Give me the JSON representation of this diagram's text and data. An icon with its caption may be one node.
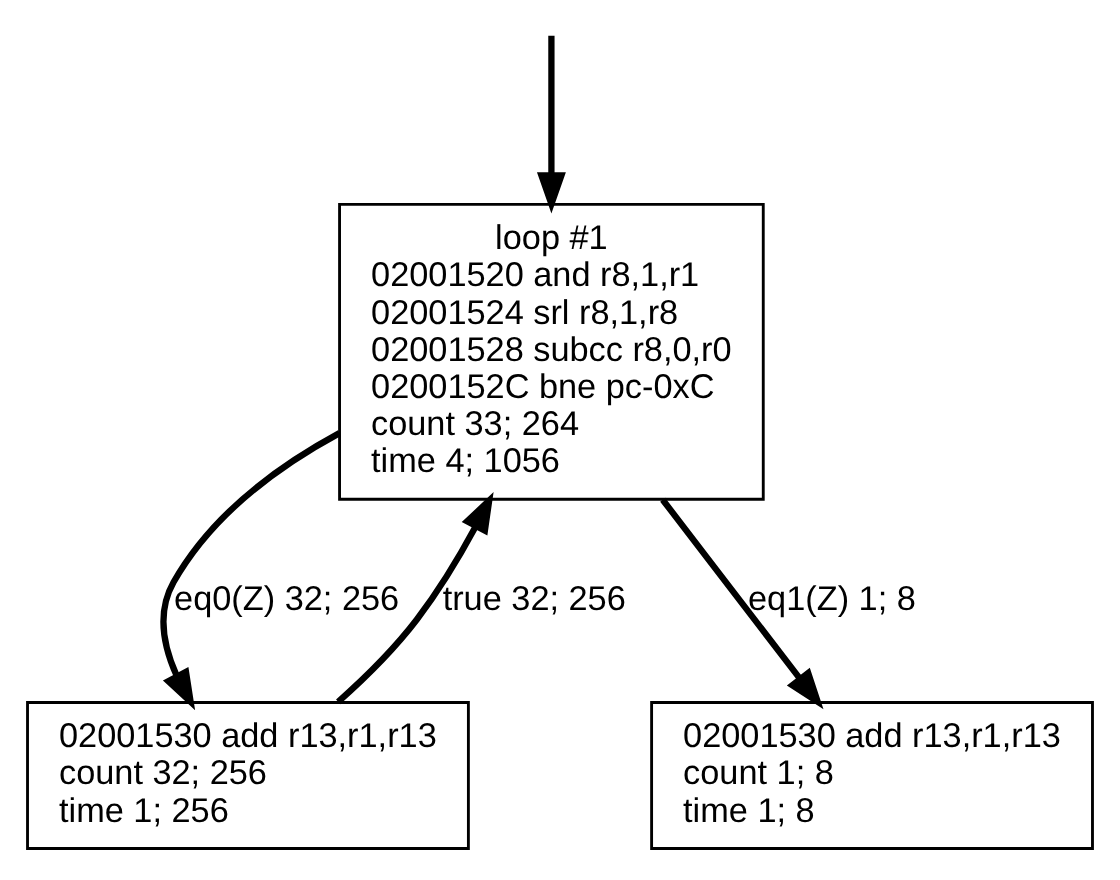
{
  "diagram": {
    "nodes": [
      {
        "text": [
          "loop #1",
          "02001520 and r8,1,r1",
          "02001524 srl r8,1,r8",
          "02001528 subcc r8,0,r0",
          "0200152C bne pc-0xC",
          "count 33; 264",
          "time 4; 1056"
        ]
      },
      {
        "text": [
          "02001530 add r13,r1,r13",
          "count 32; 256",
          "time 1; 256"
        ]
      },
      {
        "text": [
          "02001530 add r13,r1,r13",
          "count 1; 8",
          "time 1; 8"
        ]
      }
    ],
    "edges": [
      {
        "from": null,
        "to": 0,
        "arrow": "to"
      },
      {
        "from": 0,
        "to": 1,
        "arrow": "to",
        "label": "eq0(Z) 32; 256"
      },
      {
        "from": 1,
        "to": 0,
        "arrow": "to",
        "label": "true 32; 256"
      },
      {
        "from": 0,
        "to": 2,
        "arrow": "to",
        "label": "eq1(Z) 1; 8"
      }
    ]
  }
}
